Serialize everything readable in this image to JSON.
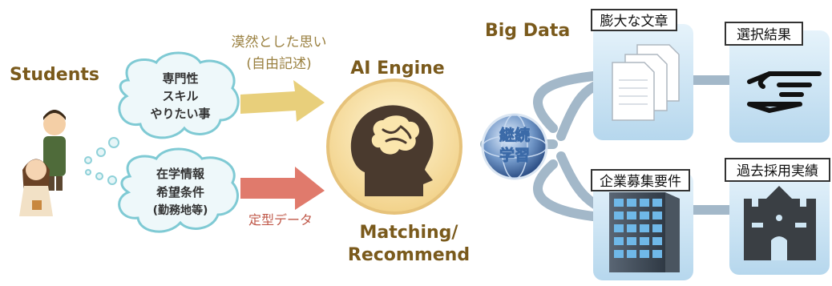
{
  "students": {
    "label": "Students"
  },
  "bubble_top": {
    "lines": [
      "専門性",
      "スキル",
      "やりたい事"
    ]
  },
  "bubble_bottom": {
    "lines": [
      "在学情報",
      "希望条件",
      "(勤務地等)"
    ]
  },
  "arrow_top": {
    "lines": [
      "漠然とした思い",
      "(自由記述)"
    ]
  },
  "arrow_bottom": {
    "label": "定型データ"
  },
  "engine": {
    "title": "AI Engine",
    "caption_lines": [
      "Matching/",
      "Recommend"
    ]
  },
  "globe": {
    "lines": [
      "継続",
      "学習"
    ]
  },
  "big_data": {
    "label": "Big Data"
  },
  "cards": {
    "documents": "膨大な文章",
    "selection": "選択結果",
    "company": "企業募集要件",
    "history": "過去採用実績"
  },
  "colors": {
    "heading": "#7a5a1c",
    "arrow_yellow": "#e8cf7b",
    "arrow_red": "#e07a6c",
    "arrow_top_text": "#9a8040",
    "arrow_bottom_text": "#c0594a",
    "card_fill": "#cfe6f4",
    "pipe": "#a3b8c9",
    "engine_fill": "#fbe6ad"
  },
  "icons": [
    "student-girl-icon",
    "student-boy-icon",
    "document-stack-icon",
    "pointing-hand-icon",
    "office-building-icon",
    "castle-icon",
    "brain-head-icon",
    "globe-icon"
  ]
}
